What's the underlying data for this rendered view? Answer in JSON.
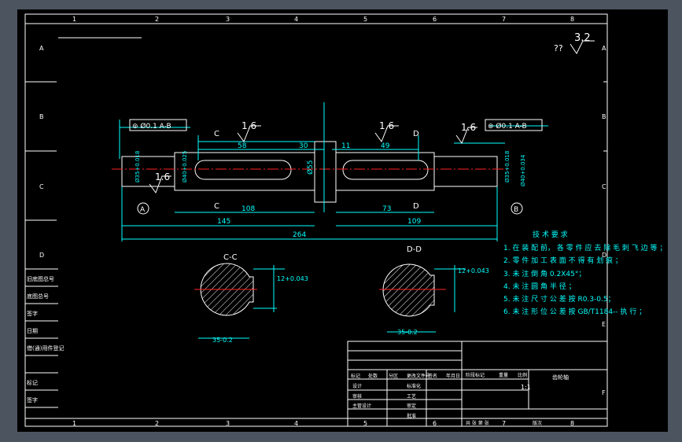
{
  "sheet": {
    "grid_columns": [
      "1",
      "2",
      "3",
      "4",
      "5",
      "6",
      "7",
      "8"
    ],
    "grid_rows": [
      "A",
      "B",
      "C",
      "D",
      "E",
      "F"
    ]
  },
  "drawing": {
    "surface_roughness": "3.2",
    "unknown_marks": "??",
    "roughness_marks": [
      "1.6",
      "1.6",
      "1.6",
      "1.6"
    ],
    "tolerance_frame_left": "⊚ Ø0.1 A-B",
    "tolerance_frame_right": "⊚ Ø0.1 A-B",
    "datum_a": "A",
    "datum_b": "B",
    "section_c": "C",
    "section_d": "D",
    "dims": {
      "d58": "58",
      "d30": "30",
      "d11": "11",
      "d49": "49",
      "d108": "108",
      "d73": "73",
      "d145": "145",
      "d109": "109",
      "d264": "264",
      "d55": "Ø55",
      "dia_left_1": "Ø35+0.018",
      "dia_left_2": "Ø40+0.025",
      "dia_right_1": "Ø35+0.018",
      "dia_right_2": "Ø40+0.034"
    },
    "section_cc": {
      "title": "C-C",
      "width_dim": "12+0.043",
      "depth_dim": "35-0.2"
    },
    "section_dd": {
      "title": "D-D",
      "width_dim": "12+0.043",
      "depth_dim": "35-0.2"
    }
  },
  "tech_req": {
    "title": "技 术 要 求",
    "items": [
      "1. 在 装 配 前， 各 零 件 应 去 除 毛 刺 飞 边 等 ；",
      "2. 零 件 加 工 表 面 不 得 有 划 痕 ；",
      "3. 未 注 倒 角 0.2X45°；",
      "4. 未 注 圆 角 半 径 ；",
      "5. 未 注 尺 寸 公 差 按 R0.3-0.5；",
      "6. 未 注 形 位 公 差 按 GB/T1184-- 执 行 ；"
    ]
  },
  "left_table": [
    "旧底图总号",
    "底图总号",
    "签字",
    "日期",
    "借(通)用件登记",
    "标记",
    "签字"
  ],
  "title_block": {
    "row1": [
      "标记",
      "处数",
      "分区",
      "更改文件号",
      "签名",
      "年月日"
    ],
    "row2": [
      "设计",
      "标准化"
    ],
    "row3": [
      "审核",
      "工艺"
    ],
    "row4": [
      "主管设计",
      "审定"
    ],
    "row5": [
      "批准"
    ],
    "stage_label": "阶段标记",
    "weight_label": "重量",
    "ratio_label": "比例",
    "ratio": "1:1",
    "part_name": "齿轮轴",
    "sheet_info": "共 张 第 张",
    "version": "版次"
  }
}
